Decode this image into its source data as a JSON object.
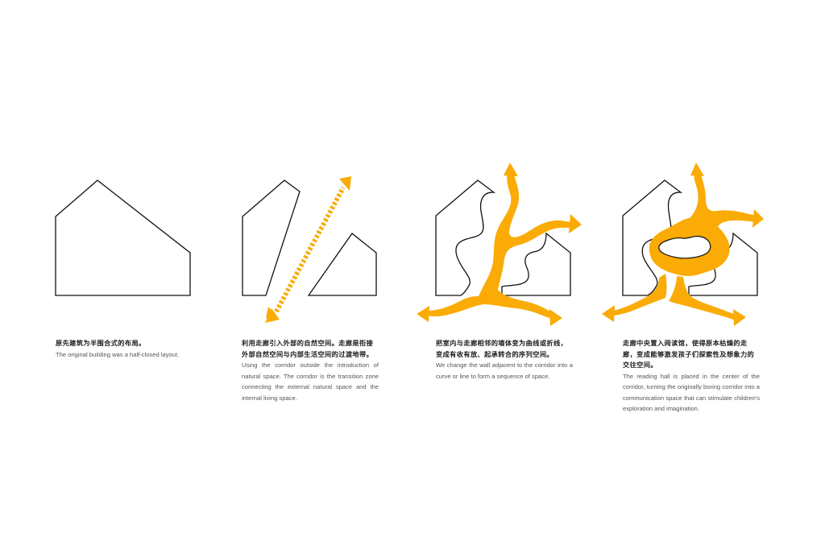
{
  "figure": {
    "accent_color": "#FAAB05",
    "outline_color": "#111111",
    "panels": [
      {
        "id": "panel-1",
        "caption_cn": "原先建筑为半围合式的布局。",
        "caption_en": "The original building was a half-closed layout.",
        "elements": [
          "building-outline"
        ]
      },
      {
        "id": "panel-2",
        "caption_cn": "利用走廊引入外部的自然空间。走廊是衔接外部自然空间与内部生活空间的过渡地带。",
        "caption_en": "Using the corridor outside the introduction of natural space. The corridor is the transition zone connecting the external natural space and the internal living space.",
        "elements": [
          "split-building-left",
          "split-building-right",
          "dashed-corridor-arrow"
        ]
      },
      {
        "id": "panel-3",
        "caption_cn": "把室内与走廊相邻的墙体变为曲线或折线，变成有收有放、起承转合的序列空间。",
        "caption_en": "We change the wall adjacent to the corridor into a curve or line to form a sequence of space.",
        "elements": [
          "curved-wall-building-left",
          "curved-wall-building-right",
          "branching-corridor-arrows"
        ]
      },
      {
        "id": "panel-4",
        "caption_cn": "走廊中央置入阅读馆，使得原本枯燥的走廊，变成能够激发孩子们探索性及想象力的交往空间。",
        "caption_en": "The reading hall is placed in the center of the corridor, turning the originally boring corridor into a communication space that can stimulate children's exploration and imagination.",
        "elements": [
          "curved-wall-building-left",
          "curved-wall-building-right",
          "reading-hall",
          "branching-corridor-arrows"
        ]
      }
    ]
  }
}
